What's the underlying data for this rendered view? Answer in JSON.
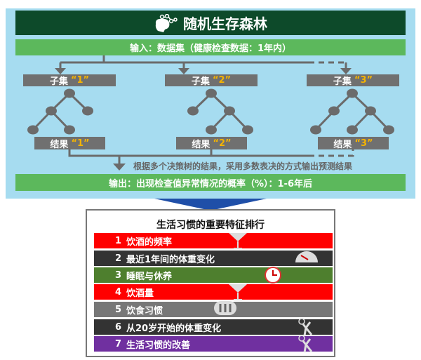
{
  "title": "随机生存森林",
  "input": "输入：数据集（健康检查数据：1年内）",
  "subsets": [
    {
      "label": "子集",
      "num": "“1”"
    },
    {
      "label": "子集",
      "num": "“2”"
    },
    {
      "label": "子集",
      "num": "“3”"
    }
  ],
  "results": [
    {
      "label": "结果",
      "num": "“1”"
    },
    {
      "label": "结果",
      "num": "“2”"
    },
    {
      "label": "结果",
      "num": "“3”"
    }
  ],
  "note": "根据多个决策树的结果，采用多数表决的方式输出预测结果",
  "output": "输出：出现检查值异常情况的概率（%）：1-6年后",
  "ranking": {
    "title": "生活习惯的重要特征排行",
    "items": [
      {
        "rank": "1",
        "label": "饮酒的频率",
        "color": "#ff0000",
        "icon": "cocktail-glass-icon"
      },
      {
        "rank": "2",
        "label": "最近1年间的体重变化",
        "color": "#333333",
        "icon": "scale-gauge-icon"
      },
      {
        "rank": "3",
        "label": "睡眠与休养",
        "color": "#4e7f2e",
        "icon": "clock-icon"
      },
      {
        "rank": "4",
        "label": "饮酒量",
        "color": "#ff0000",
        "icon": "cocktail-glass-icon"
      },
      {
        "rank": "5",
        "label": "饮食习惯",
        "color": "#777777",
        "icon": "cutlery-icon"
      },
      {
        "rank": "6",
        "label": "从20岁开始的体重变化",
        "color": "#333333",
        "icon": "tennis-player-icon"
      },
      {
        "rank": "7",
        "label": "生活习惯的改善",
        "color": "#7030a0",
        "icon": "tennis-player-icon"
      }
    ]
  },
  "colors": {
    "panel": "#a6dcf0",
    "title_bg": "#0d4a2a",
    "green": "#5cb85c",
    "box": "#707070",
    "accent": "#f5b400",
    "arrow": "#1f4fa8"
  }
}
